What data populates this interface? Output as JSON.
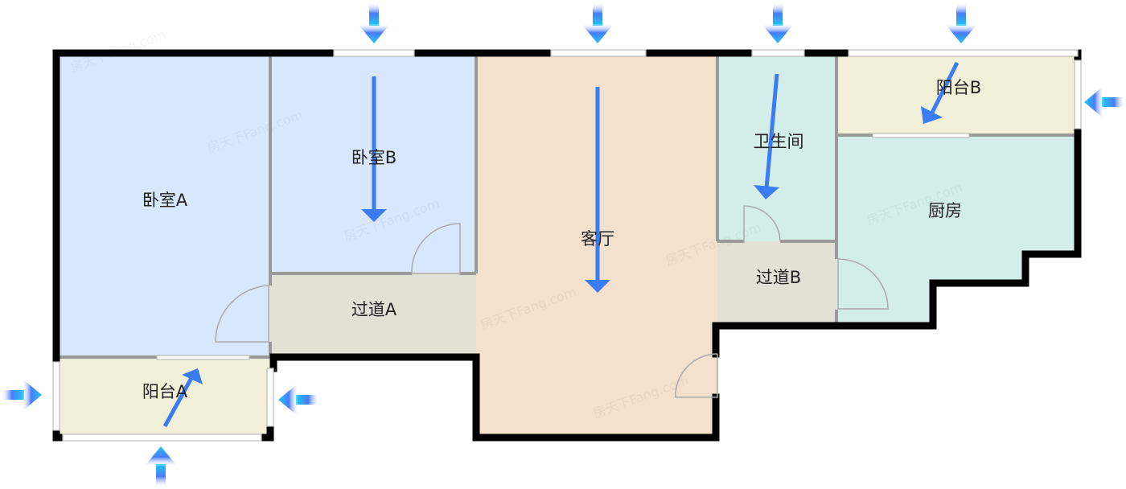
{
  "title": "Floor plan ventilation diagram",
  "watermark": "房天下Fang.com",
  "rooms": {
    "bedroom_a": "卧室A",
    "bedroom_b": "卧室B",
    "living": "客厅",
    "bathroom": "卫生间",
    "balcony_b": "阳台B",
    "kitchen": "厨房",
    "passage_b": "过道B",
    "passage_a": "过道A",
    "balcony_a": "阳台A"
  },
  "colors": {
    "bedroom": "#d8e7fc",
    "living": "#f3e0cd",
    "wet": "#d3eee8",
    "passage": "#e3e1d6",
    "balcony": "#f2efd9",
    "flow": "#3b7cf0",
    "airflow_top": "#4a7cf5",
    "airflow_bottom": "#1ec8f5"
  },
  "icons": [
    "airflow-arrow-icon",
    "flow-direction-arrow-icon",
    "door-swing-icon",
    "window-icon"
  ]
}
